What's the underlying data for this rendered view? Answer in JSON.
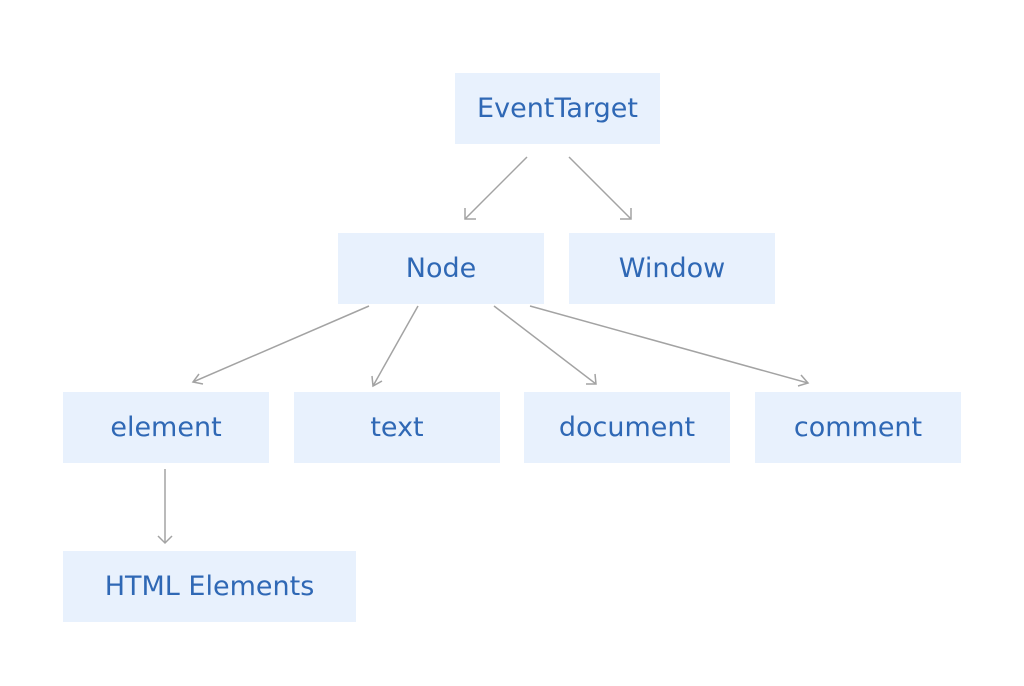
{
  "diagram": {
    "nodes": {
      "eventtarget": "EventTarget",
      "node": "Node",
      "window": "Window",
      "element": "element",
      "text": "text",
      "document": "document",
      "comment": "comment",
      "html_elements": "HTML Elements"
    },
    "edges": [
      {
        "from": "EventTarget",
        "to": "Node"
      },
      {
        "from": "EventTarget",
        "to": "Window"
      },
      {
        "from": "Node",
        "to": "element"
      },
      {
        "from": "Node",
        "to": "text"
      },
      {
        "from": "Node",
        "to": "document"
      },
      {
        "from": "Node",
        "to": "comment"
      },
      {
        "from": "element",
        "to": "HTML Elements"
      }
    ],
    "colors": {
      "node_fill": "#e8f1fd",
      "node_text": "#2f68b5",
      "edge": "#a3a3a3"
    }
  }
}
